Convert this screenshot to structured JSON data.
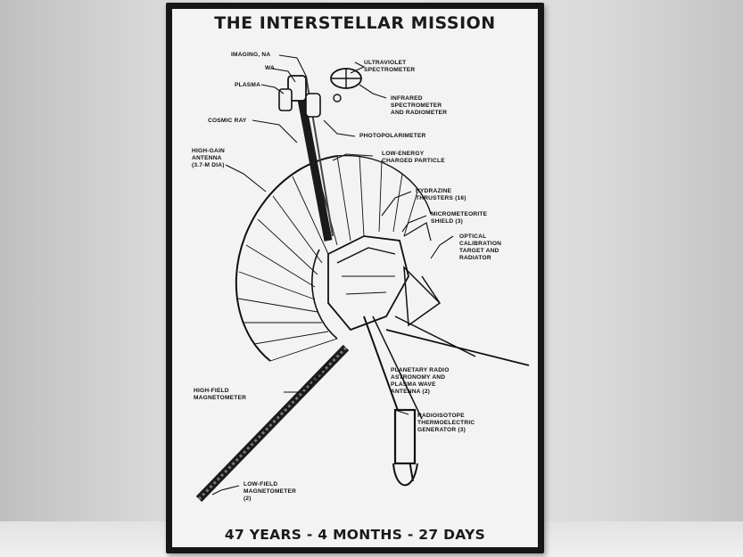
{
  "poster": {
    "title": "THE INTERSTELLAR MISSION",
    "footer": "47 YEARS - 4 MONTHS - 27 DAYS",
    "frame_color": "#161616",
    "panel_color": "#f3f3f3",
    "ink_color": "#111111"
  },
  "labels": {
    "imaging_na": "IMAGING, NA",
    "wa": "WA",
    "plasma": "PLASMA",
    "cosmic_ray": "COSMIC RAY",
    "high_gain_antenna": "HIGH-GAIN\nANTENNA\n(3.7-m DIA)",
    "ultraviolet_spectrometer": "ULTRAVIOLET\nSPECTROMETER",
    "infrared_spectrometer": "INFRARED\nSPECTROMETER\nAND RADIOMETER",
    "photopolarimeter": "PHOTOPOLARIMETER",
    "low_energy_charged_particle": "LOW-ENERGY\nCHARGED PARTICLE",
    "hydrazine_thrusters": "HYDRAZINE\nTHRUSTERS (16)",
    "micrometeorite_shield": "MICROMETEORITE\nSHIELD (3)",
    "optical_calibration_target": "OPTICAL\nCALIBRATION\nTARGET AND\nRADIATOR",
    "planetary_radio_astronomy": "PLANETARY RADIO\nASTRONOMY AND\nPLASMA WAVE\nANTENNA (2)",
    "rtg": "RADIOISOTOPE\nTHERMOELECTRIC\nGENERATOR (3)",
    "high_field_magnetometer": "HIGH-FIELD\nMAGNETOMETER",
    "low_field_magnetometer": "LOW-FIELD\nMAGNETOMETER\n(2)"
  }
}
